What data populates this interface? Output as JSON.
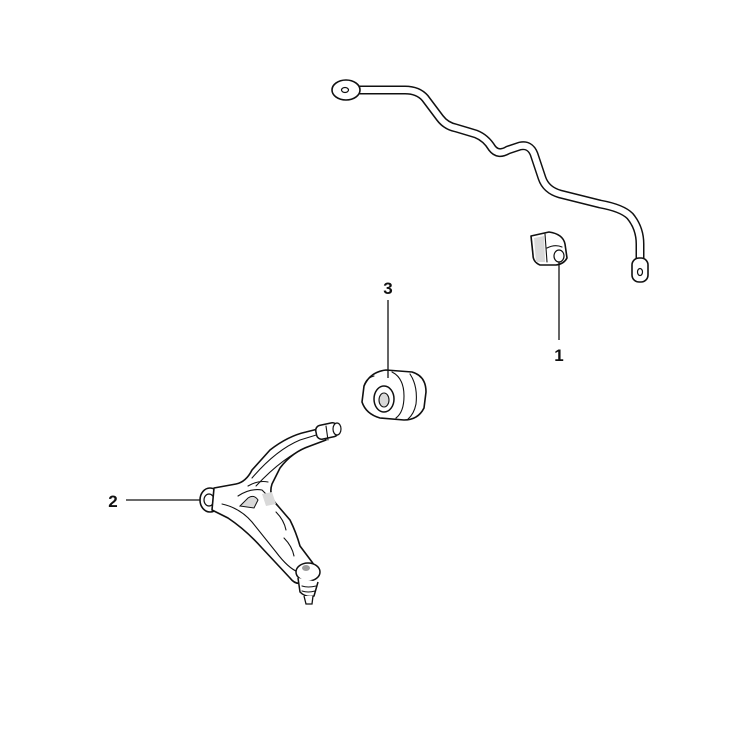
{
  "parts": [
    {
      "number": "1",
      "name": "stabilizer-bar-bushing"
    },
    {
      "number": "2",
      "name": "lower-control-arm"
    },
    {
      "number": "3",
      "name": "control-arm-bushing"
    }
  ],
  "colors": {
    "line": "#111111",
    "background": "#ffffff",
    "shade": "#d9d9d9"
  }
}
